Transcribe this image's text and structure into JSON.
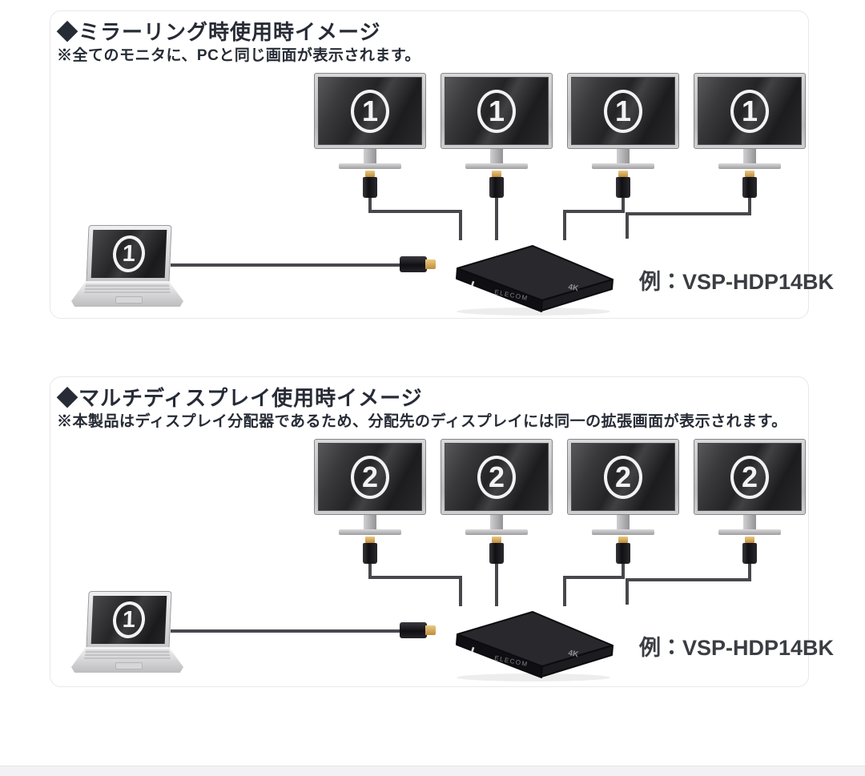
{
  "page": {
    "background_color": "#ffffff",
    "panel_border_color": "#e8e8ea",
    "footer_bar_color": "#f2f2f4"
  },
  "colors": {
    "title_text": "#262b35",
    "note_text": "#262b35",
    "example_text": "#3a3d42",
    "cable": "#48484c",
    "connector_gold": "#d9a85c",
    "monitor_screen": "#2a2a2c",
    "monitor_frame": "#c4c4c6",
    "splitter_body": "#141418",
    "number_badge": "#f2f2f2"
  },
  "sections": [
    {
      "title": "◆ミラーリング時使用時イメージ",
      "note": "※全てのモニタに、PCと同じ画面が表示されます。",
      "monitor_labels": [
        "1",
        "1",
        "1",
        "1"
      ],
      "laptop_label": "1",
      "example_label": "例：VSP-HDP14BK"
    },
    {
      "title": "◆マルチディスプレイ使用時イメージ",
      "note": "※本製品はディスプレイ分配器であるため、分配先のディスプレイには同一の拡張画面が表示されます。",
      "monitor_labels": [
        "2",
        "2",
        "2",
        "2"
      ],
      "laptop_label": "1",
      "example_label": "例：VSP-HDP14BK"
    }
  ],
  "device": {
    "brand_label": "ELECOM",
    "badge_label": "4K"
  }
}
